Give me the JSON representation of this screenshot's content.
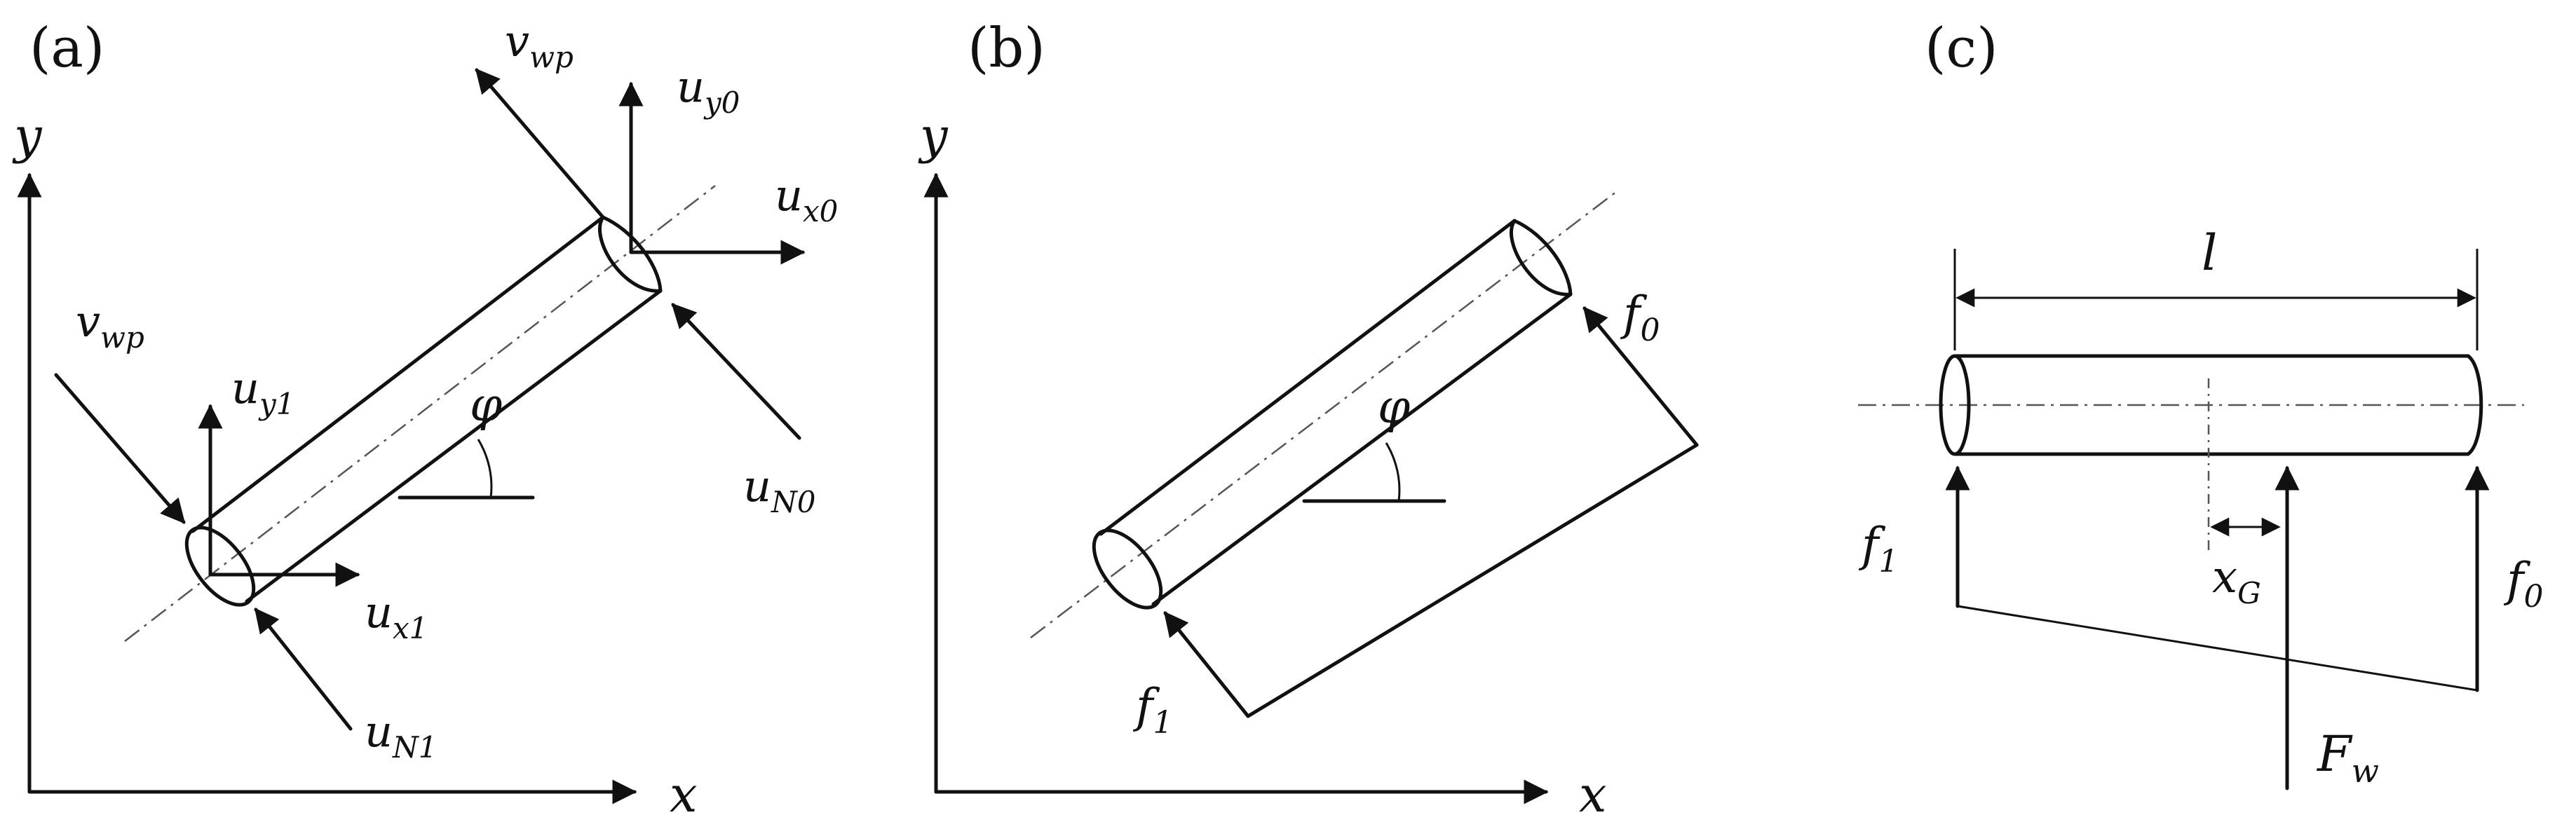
{
  "panel_a": {
    "tag": "(a)",
    "axis_x": "x",
    "axis_y": "y",
    "v_top": {
      "base": "v",
      "sub": "wp"
    },
    "v_left": {
      "base": "v",
      "sub": "wp"
    },
    "uy0": {
      "base": "u",
      "sub": "y0"
    },
    "ux0": {
      "base": "u",
      "sub": "x0"
    },
    "uN0": {
      "base": "u",
      "sub": "N0"
    },
    "uy1": {
      "base": "u",
      "sub": "y1"
    },
    "ux1": {
      "base": "u",
      "sub": "x1"
    },
    "uN1": {
      "base": "u",
      "sub": "N1"
    },
    "angle": "φ"
  },
  "panel_b": {
    "tag": "(b)",
    "axis_x": "x",
    "axis_y": "y",
    "f0": {
      "base": "f",
      "sub": "0"
    },
    "f1": {
      "base": "f",
      "sub": "1"
    },
    "angle": "φ"
  },
  "panel_c": {
    "tag": "(c)",
    "length": "l",
    "f1": {
      "base": "f",
      "sub": "1"
    },
    "f0": {
      "base": "f",
      "sub": "0"
    },
    "xG": {
      "base": "x",
      "sub": "G"
    },
    "Fw": {
      "base": "F",
      "sub": "w"
    }
  }
}
